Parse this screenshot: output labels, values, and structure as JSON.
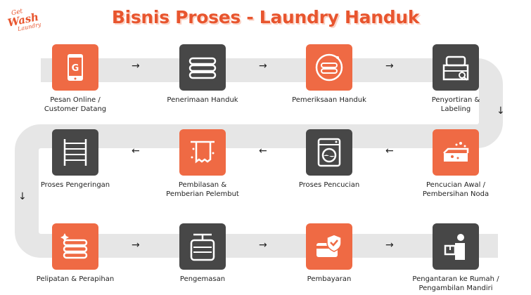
{
  "logo": {
    "line1": "Get",
    "line2": "Wash",
    "line3": "Laundry"
  },
  "title": "Bisnis Proses - Laundry Handuk",
  "steps": [
    {
      "label": "Pesan Online /\nCustomer Datang",
      "icon": "phone-store-icon",
      "color": "orange"
    },
    {
      "label": "Penerimaan Handuk",
      "icon": "folded-towels-icon",
      "color": "dark"
    },
    {
      "label": "Pemeriksaan Handuk",
      "icon": "inspection-towel-icon",
      "color": "orange"
    },
    {
      "label": "Penyortiran &\nLabeling",
      "icon": "sorting-box-icon",
      "color": "dark"
    },
    {
      "label": "Pencucian Awal /\nPembersihan Noda",
      "icon": "stain-removal-icon",
      "color": "orange"
    },
    {
      "label": "Proses Pencucian",
      "icon": "washing-machine-icon",
      "color": "dark"
    },
    {
      "label": "Pembilasan &\nPemberian Pelembut",
      "icon": "rinse-towel-icon",
      "color": "orange"
    },
    {
      "label": "Proses Pengeringan",
      "icon": "drying-rack-icon",
      "color": "dark"
    },
    {
      "label": "Pelipatan & Perapihan",
      "icon": "folding-stack-icon",
      "color": "orange"
    },
    {
      "label": "Pengemasan",
      "icon": "packaging-icon",
      "color": "dark"
    },
    {
      "label": "Pembayaran",
      "icon": "payment-shield-icon",
      "color": "orange"
    },
    {
      "label": "Pengantaran ke Rumah /\nPengambilan Mandiri",
      "icon": "delivery-person-icon",
      "color": "dark"
    }
  ],
  "arrows": [
    "→",
    "→",
    "→",
    "↓",
    "←",
    "←",
    "←",
    "↓",
    "→",
    "→",
    "→"
  ],
  "colors": {
    "accent": "#ef6a44",
    "dark": "#474747",
    "track": "#e5e5e5"
  }
}
